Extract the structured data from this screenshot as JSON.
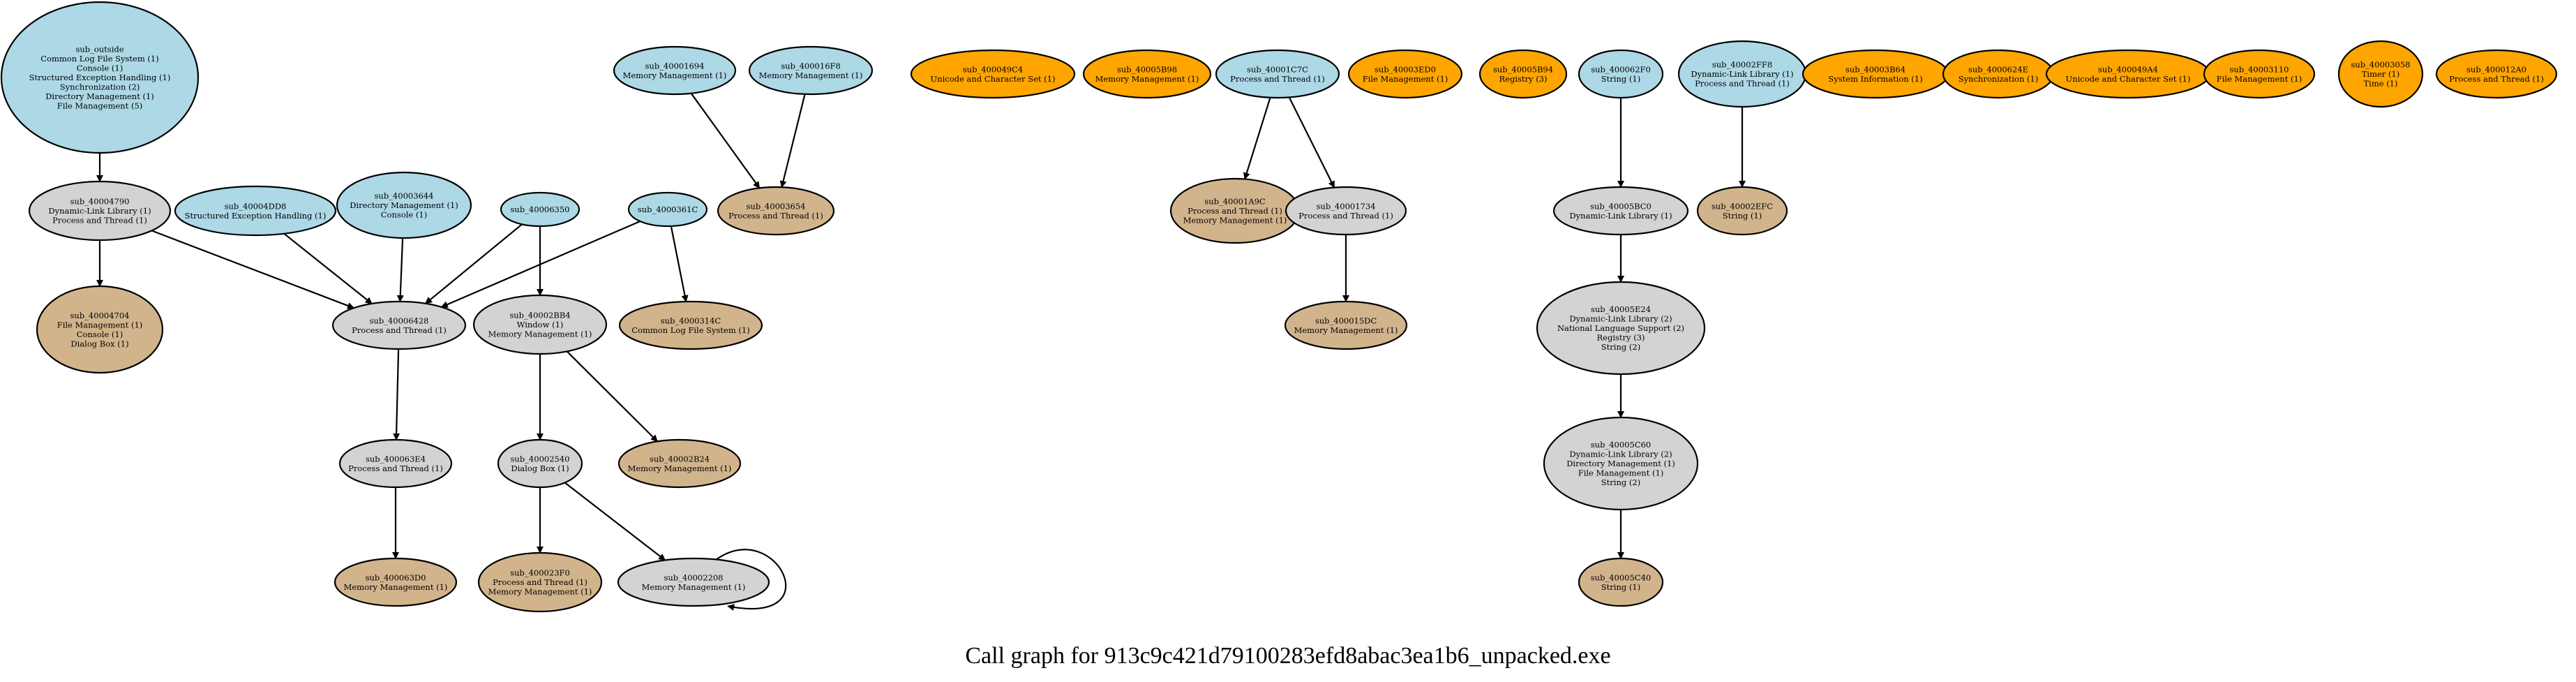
{
  "title": "Call graph for 913c9c421d79100283efd8abac3ea1b6_unpacked.exe",
  "colors": {
    "root": "#add8e6",
    "internal": "#d3d3d3",
    "leaf": "#d2b48c",
    "isolated": "#ffa500",
    "stroke": "#000000"
  },
  "nodes": [
    {
      "id": "sub_outside",
      "type": "root",
      "lines": [
        "sub_outside",
        "Common Log File System (1)",
        "Console (1)",
        "Structured Exception Handling (1)",
        "Synchronization (2)",
        "Directory Management (1)",
        "File Management (5)"
      ]
    },
    {
      "id": "sub_40004790",
      "type": "internal",
      "lines": [
        "sub_40004790",
        "Dynamic-Link Library (1)",
        "Process and Thread (1)"
      ]
    },
    {
      "id": "sub_40004704",
      "type": "leaf",
      "lines": [
        "sub_40004704",
        "File Management (1)",
        "Console (1)",
        "Dialog Box (1)"
      ]
    },
    {
      "id": "sub_40004DD8",
      "type": "root",
      "lines": [
        "sub_40004DD8",
        "Structured Exception Handling (1)"
      ]
    },
    {
      "id": "sub_40003644",
      "type": "root",
      "lines": [
        "sub_40003644",
        "Directory Management (1)",
        "Console (1)"
      ]
    },
    {
      "id": "sub_40006350",
      "type": "root",
      "lines": [
        "sub_40006350"
      ]
    },
    {
      "id": "sub_4000361C",
      "type": "root",
      "lines": [
        "sub_4000361C"
      ]
    },
    {
      "id": "sub_40006428",
      "type": "internal",
      "lines": [
        "sub_40006428",
        "Process and Thread (1)"
      ]
    },
    {
      "id": "sub_40002BB4",
      "type": "internal",
      "lines": [
        "sub_40002BB4",
        "Window (1)",
        "Memory Management (1)"
      ]
    },
    {
      "id": "sub_4000314C",
      "type": "leaf",
      "lines": [
        "sub_4000314C",
        "Common Log File System (1)"
      ]
    },
    {
      "id": "sub_400063E4",
      "type": "internal",
      "lines": [
        "sub_400063E4",
        "Process and Thread (1)"
      ]
    },
    {
      "id": "sub_40002540",
      "type": "internal",
      "lines": [
        "sub_40002540",
        "Dialog Box (1)"
      ]
    },
    {
      "id": "sub_40002B24",
      "type": "leaf",
      "lines": [
        "sub_40002B24",
        "Memory Management (1)"
      ]
    },
    {
      "id": "sub_400063D0",
      "type": "leaf",
      "lines": [
        "sub_400063D0",
        "Memory Management (1)"
      ]
    },
    {
      "id": "sub_400023F0",
      "type": "leaf",
      "lines": [
        "sub_400023F0",
        "Process and Thread (1)",
        "Memory Management (1)"
      ]
    },
    {
      "id": "sub_40002208",
      "type": "internal",
      "lines": [
        "sub_40002208",
        "Memory Management (1)"
      ]
    },
    {
      "id": "sub_40001694",
      "type": "root",
      "lines": [
        "sub_40001694",
        "Memory Management (1)"
      ]
    },
    {
      "id": "sub_400016F8",
      "type": "root",
      "lines": [
        "sub_400016F8",
        "Memory Management (1)"
      ]
    },
    {
      "id": "sub_40003654",
      "type": "leaf",
      "lines": [
        "sub_40003654",
        "Process and Thread (1)"
      ]
    },
    {
      "id": "sub_400049C4",
      "type": "isolated",
      "lines": [
        "sub_400049C4",
        "Unicode and Character Set (1)"
      ]
    },
    {
      "id": "sub_40005B98",
      "type": "isolated",
      "lines": [
        "sub_40005B98",
        "Memory Management (1)"
      ]
    },
    {
      "id": "sub_40001C7C",
      "type": "root",
      "lines": [
        "sub_40001C7C",
        "Process and Thread (1)"
      ]
    },
    {
      "id": "sub_40001A9C",
      "type": "leaf",
      "lines": [
        "sub_40001A9C",
        "Process and Thread (1)",
        "Memory Management (1)"
      ]
    },
    {
      "id": "sub_40001734",
      "type": "internal",
      "lines": [
        "sub_40001734",
        "Process and Thread (1)"
      ]
    },
    {
      "id": "sub_400015DC",
      "type": "leaf",
      "lines": [
        "sub_400015DC",
        "Memory Management (1)"
      ]
    },
    {
      "id": "sub_40003ED0",
      "type": "isolated",
      "lines": [
        "sub_40003ED0",
        "File Management (1)"
      ]
    },
    {
      "id": "sub_40005B94",
      "type": "isolated",
      "lines": [
        "sub_40005B94",
        "Registry (3)"
      ]
    },
    {
      "id": "sub_400062F0",
      "type": "root",
      "lines": [
        "sub_400062F0",
        "String (1)"
      ]
    },
    {
      "id": "sub_40005BC0",
      "type": "internal",
      "lines": [
        "sub_40005BC0",
        "Dynamic-Link Library (1)"
      ]
    },
    {
      "id": "sub_40005E24",
      "type": "internal",
      "lines": [
        "sub_40005E24",
        "Dynamic-Link Library (2)",
        "National Language Support (2)",
        "Registry (3)",
        "String (2)"
      ]
    },
    {
      "id": "sub_40005C60",
      "type": "internal",
      "lines": [
        "sub_40005C60",
        "Dynamic-Link Library (2)",
        "Directory Management (1)",
        "File Management (1)",
        "String (2)"
      ]
    },
    {
      "id": "sub_40005C40",
      "type": "leaf",
      "lines": [
        "sub_40005C40",
        "String (1)"
      ]
    },
    {
      "id": "sub_40002FF8",
      "type": "root",
      "lines": [
        "sub_40002FF8",
        "Dynamic-Link Library (1)",
        "Process and Thread (1)"
      ]
    },
    {
      "id": "sub_40002EFC",
      "type": "leaf",
      "lines": [
        "sub_40002EFC",
        "String (1)"
      ]
    },
    {
      "id": "sub_40003B64",
      "type": "isolated",
      "lines": [
        "sub_40003B64",
        "System Information (1)"
      ]
    },
    {
      "id": "sub_4000624E",
      "type": "isolated",
      "lines": [
        "sub_4000624E",
        "Synchronization (1)"
      ]
    },
    {
      "id": "sub_400049A4",
      "type": "isolated",
      "lines": [
        "sub_400049A4",
        "Unicode and Character Set (1)"
      ]
    },
    {
      "id": "sub_40003110",
      "type": "isolated",
      "lines": [
        "sub_40003110",
        "File Management (1)"
      ]
    },
    {
      "id": "sub_40003058",
      "type": "isolated",
      "lines": [
        "sub_40003058",
        "Timer (1)",
        "Time (1)"
      ]
    },
    {
      "id": "sub_400012A0",
      "type": "isolated",
      "lines": [
        "sub_400012A0",
        "Process and Thread (1)"
      ]
    }
  ],
  "edges": [
    {
      "from": "sub_outside",
      "to": "sub_40004790"
    },
    {
      "from": "sub_40004790",
      "to": "sub_40004704"
    },
    {
      "from": "sub_40004790",
      "to": "sub_40006428"
    },
    {
      "from": "sub_40004DD8",
      "to": "sub_40006428"
    },
    {
      "from": "sub_40003644",
      "to": "sub_40006428"
    },
    {
      "from": "sub_40006350",
      "to": "sub_40006428"
    },
    {
      "from": "sub_40006350",
      "to": "sub_40002BB4"
    },
    {
      "from": "sub_4000361C",
      "to": "sub_40006428"
    },
    {
      "from": "sub_4000361C",
      "to": "sub_4000314C"
    },
    {
      "from": "sub_40006428",
      "to": "sub_400063E4"
    },
    {
      "from": "sub_400063E4",
      "to": "sub_400063D0"
    },
    {
      "from": "sub_40002BB4",
      "to": "sub_40002540"
    },
    {
      "from": "sub_40002BB4",
      "to": "sub_40002B24"
    },
    {
      "from": "sub_40002540",
      "to": "sub_400023F0"
    },
    {
      "from": "sub_40002540",
      "to": "sub_40002208"
    },
    {
      "from": "sub_40002208",
      "to": "sub_40002208"
    },
    {
      "from": "sub_40001694",
      "to": "sub_40003654"
    },
    {
      "from": "sub_400016F8",
      "to": "sub_40003654"
    },
    {
      "from": "sub_40001C7C",
      "to": "sub_40001A9C"
    },
    {
      "from": "sub_40001C7C",
      "to": "sub_40001734"
    },
    {
      "from": "sub_40001734",
      "to": "sub_400015DC"
    },
    {
      "from": "sub_400062F0",
      "to": "sub_40005BC0"
    },
    {
      "from": "sub_40005BC0",
      "to": "sub_40005E24"
    },
    {
      "from": "sub_40005E24",
      "to": "sub_40005C60"
    },
    {
      "from": "sub_40005C60",
      "to": "sub_40005C40"
    },
    {
      "from": "sub_40002FF8",
      "to": "sub_40002EFC"
    }
  ]
}
